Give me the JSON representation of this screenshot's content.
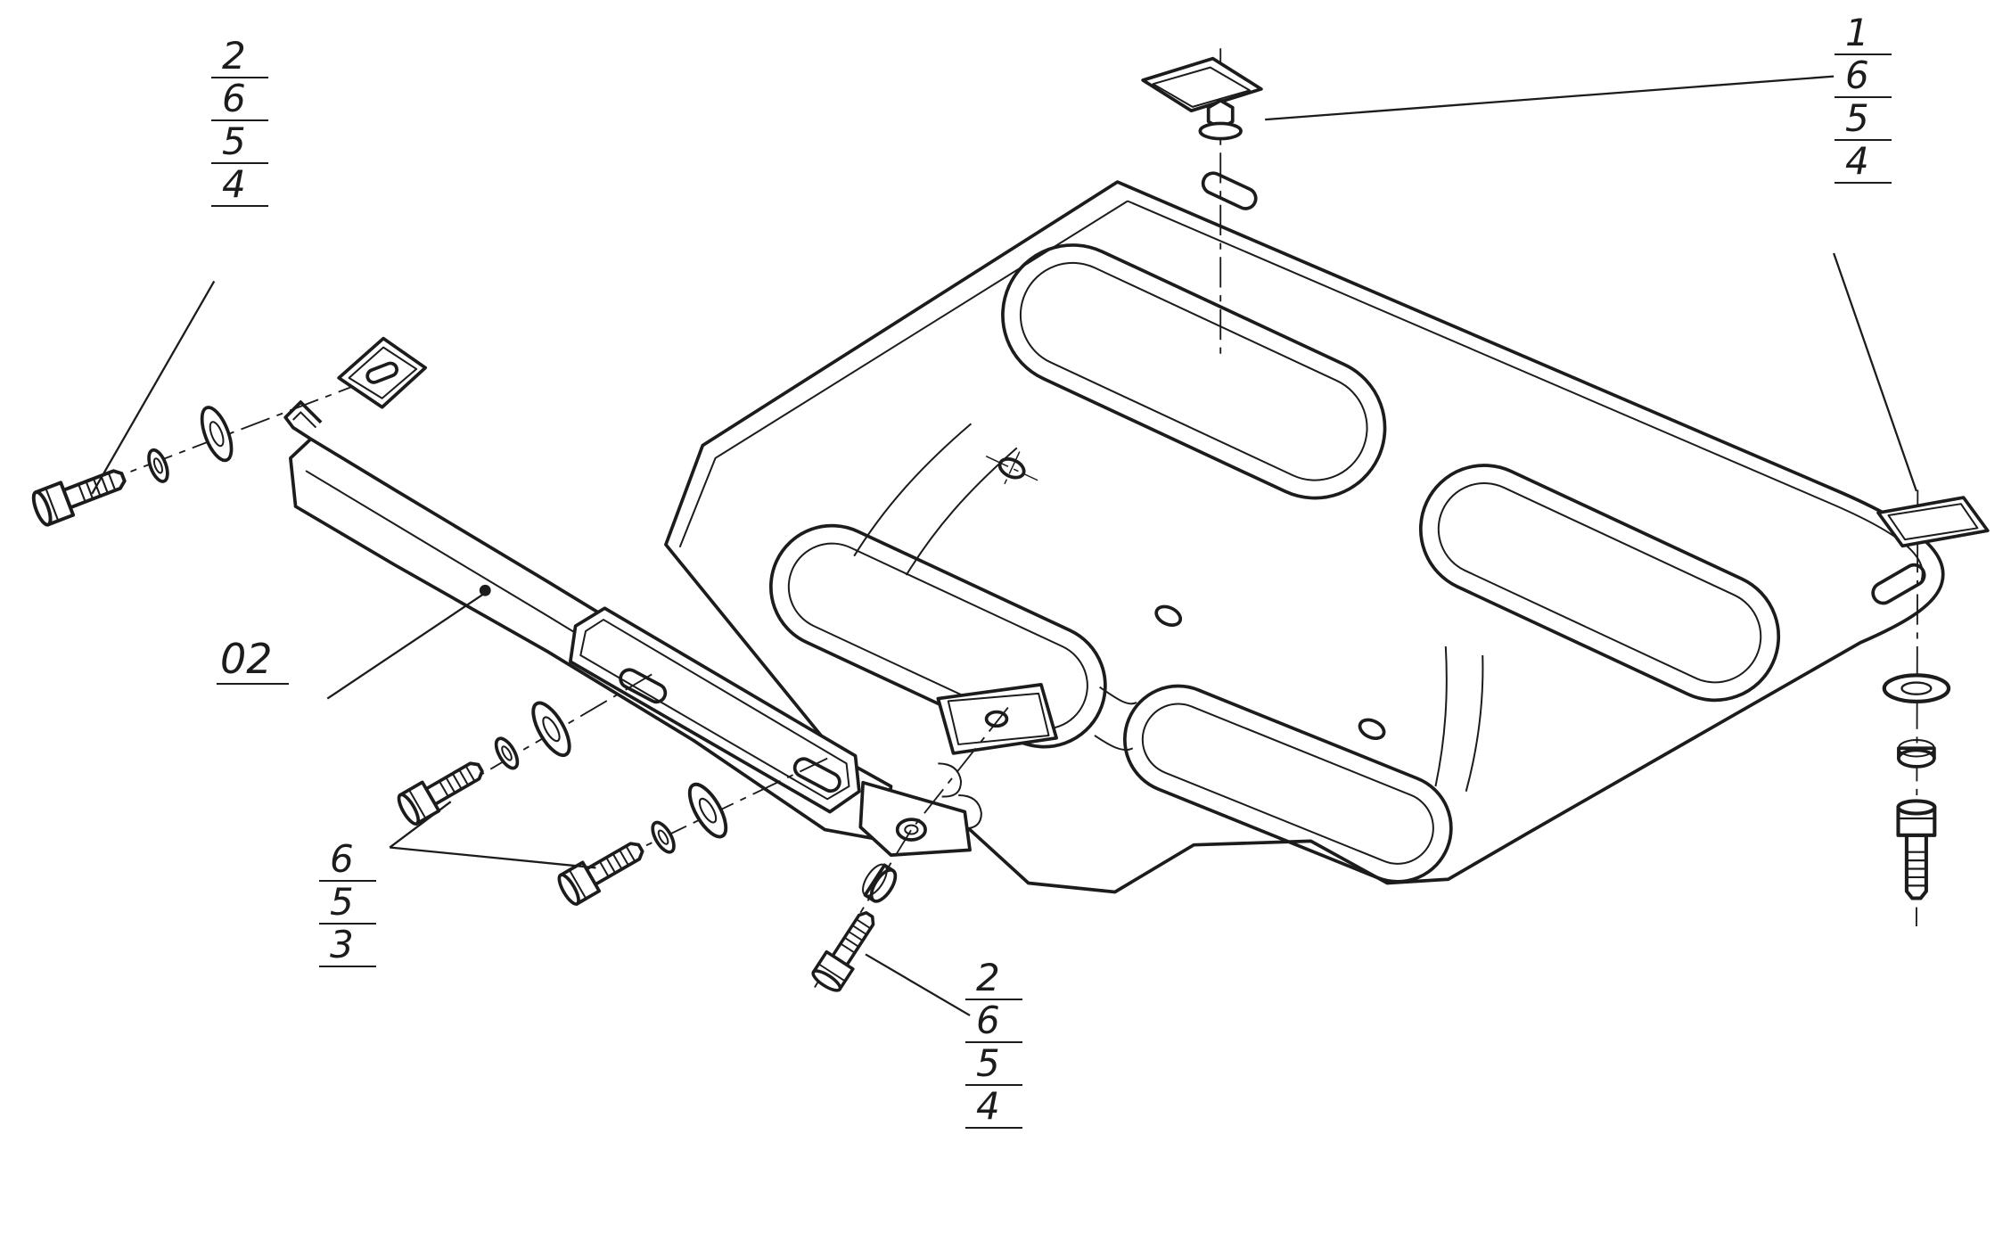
{
  "drawing": {
    "type": "exploded-assembly-technical-drawing",
    "subject": "engine skid plate with mounting bracket and fasteners",
    "background_color": "#ffffff",
    "line_color": "#1c1c1c"
  },
  "callouts": {
    "top_left": {
      "items": [
        "2",
        "6",
        "5",
        "4"
      ]
    },
    "top_right": {
      "items": [
        "1",
        "6",
        "5",
        "4"
      ]
    },
    "bottom_left": {
      "items": [
        "6",
        "5",
        "3"
      ]
    },
    "bottom_center": {
      "items": [
        "2",
        "6",
        "5",
        "4"
      ]
    },
    "bracket_label": "02"
  }
}
